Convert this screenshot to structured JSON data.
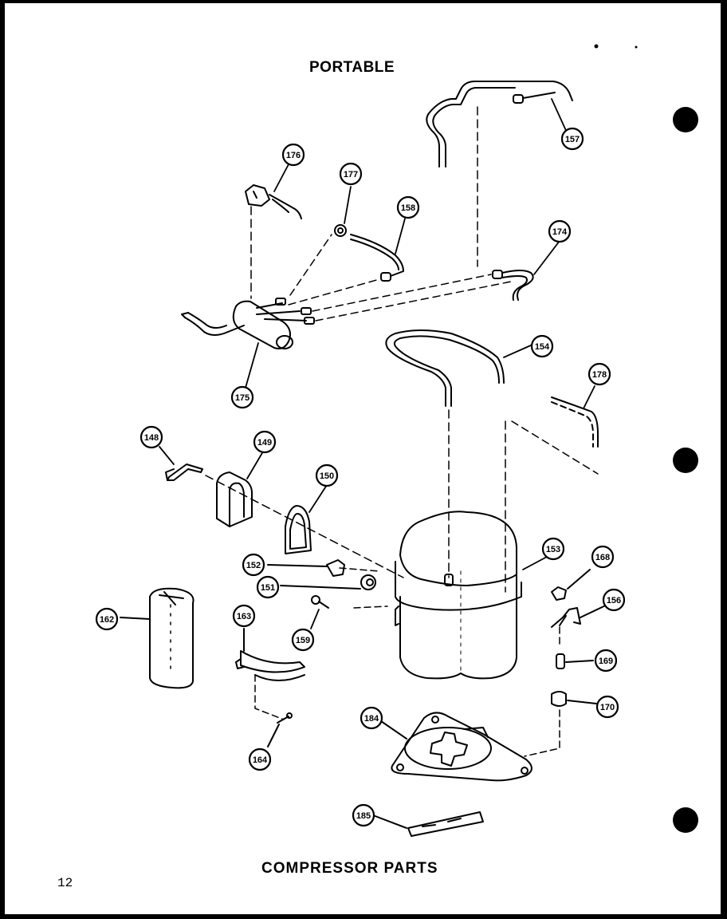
{
  "header": {
    "title": "PORTABLE"
  },
  "footer": {
    "title": "COMPRESSOR PARTS",
    "page_number": "12"
  },
  "callouts": [
    {
      "id": "157"
    },
    {
      "id": "176"
    },
    {
      "id": "177"
    },
    {
      "id": "158"
    },
    {
      "id": "174"
    },
    {
      "id": "175"
    },
    {
      "id": "154"
    },
    {
      "id": "178"
    },
    {
      "id": "148"
    },
    {
      "id": "149"
    },
    {
      "id": "150"
    },
    {
      "id": "152"
    },
    {
      "id": "151"
    },
    {
      "id": "159"
    },
    {
      "id": "153"
    },
    {
      "id": "168"
    },
    {
      "id": "156"
    },
    {
      "id": "162"
    },
    {
      "id": "163"
    },
    {
      "id": "169"
    },
    {
      "id": "170"
    },
    {
      "id": "184"
    },
    {
      "id": "164"
    },
    {
      "id": "185"
    }
  ],
  "colors": {
    "ink": "#000000",
    "paper": "#ffffff",
    "border": "#000000"
  }
}
